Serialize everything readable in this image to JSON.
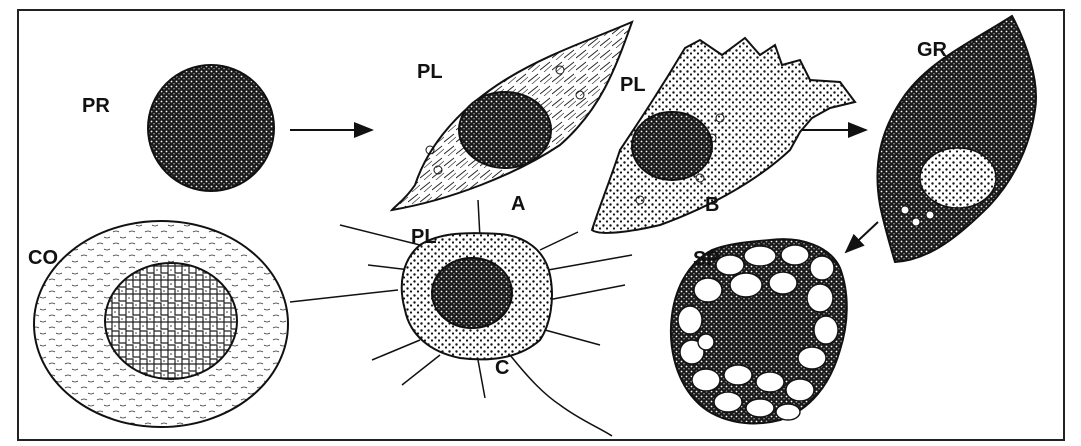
{
  "labels": {
    "pr": "PR",
    "pl_a": "PL",
    "pl_b": "PL",
    "pl_c": "PL",
    "gr": "GR",
    "co": "CO",
    "sp": "SP",
    "a": "A",
    "b": "B",
    "c": "C"
  },
  "colors": {
    "ink": "#111111",
    "paper": "#ffffff",
    "frame": "#222222"
  }
}
